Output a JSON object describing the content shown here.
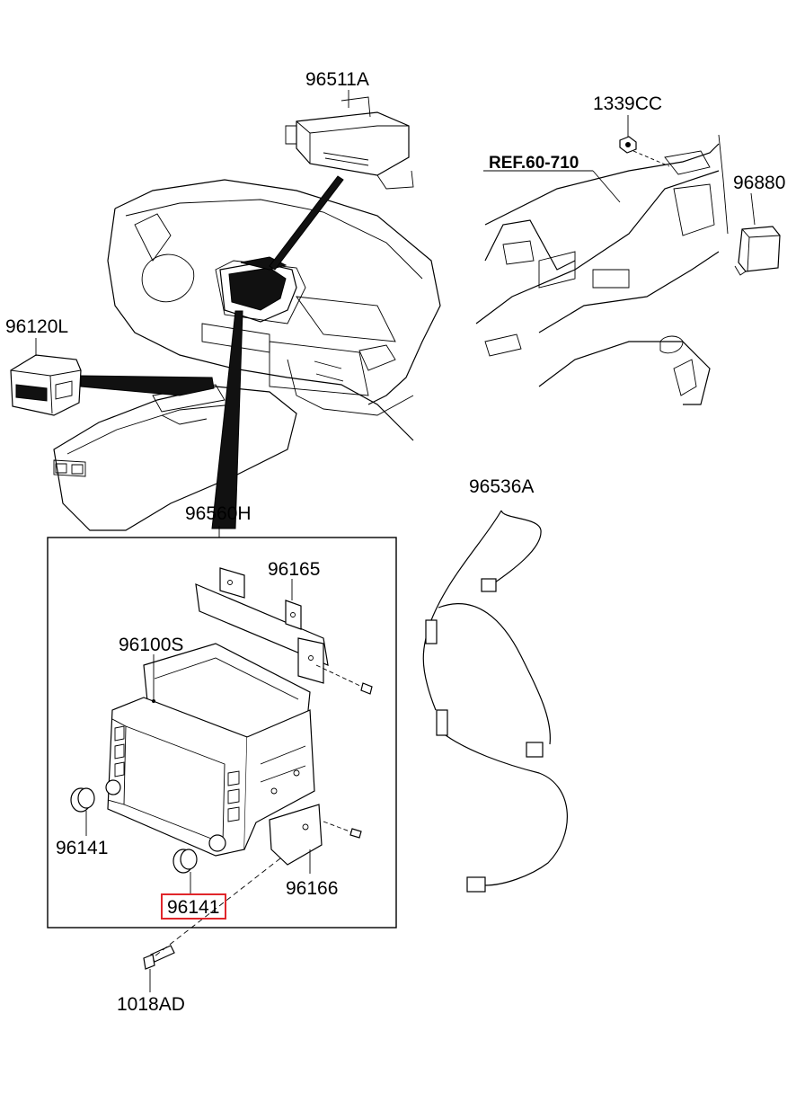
{
  "labels": {
    "p96511A": "96511A",
    "p1339CC": "1339CC",
    "ref": "REF.60-710",
    "p96880": "96880",
    "p96120L": "96120L",
    "p96536A": "96536A",
    "p96560H": "96560H",
    "p96165": "96165",
    "p96100S": "96100S",
    "p96141_left": "96141",
    "p96141_highlight": "96141",
    "p96166": "96166",
    "p1018AD": "1018AD"
  },
  "colors": {
    "highlight_box": "#e0262b",
    "line": "#000000"
  }
}
